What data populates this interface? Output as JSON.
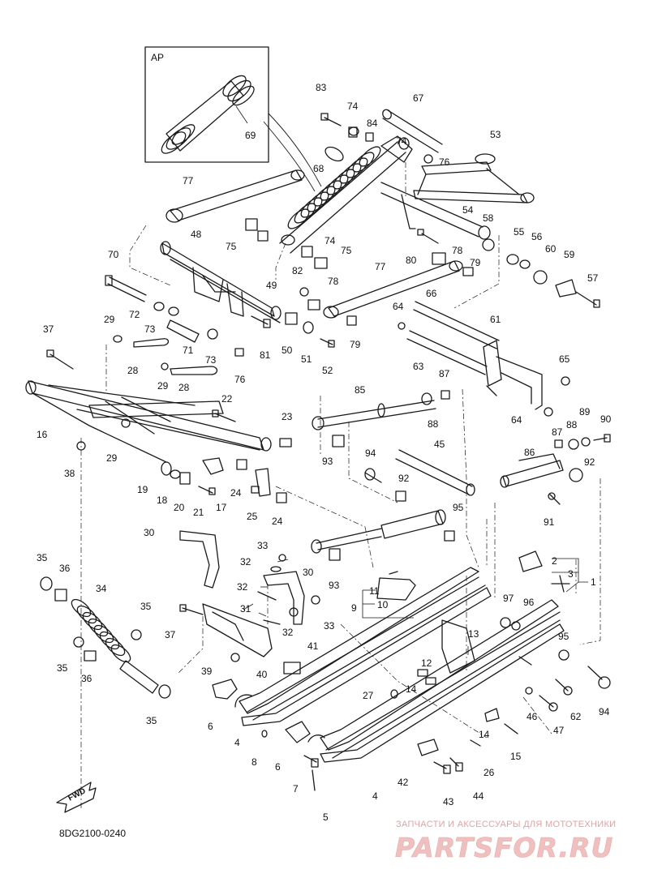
{
  "inset_label": "AP",
  "diagram_code": "8DG2100-0240",
  "fwd_label": "FWD",
  "watermark": {
    "tagline": "ЗАПЧАСТИ И АКСЕССУАРЫ ДЛЯ МОТОТЕХНИКИ",
    "brand": "PARTSFOR.RU"
  },
  "callouts": [
    "1",
    "2",
    "3",
    "4",
    "4",
    "5",
    "6",
    "6",
    "7",
    "8",
    "9",
    "10",
    "11",
    "12",
    "13",
    "14",
    "14",
    "15",
    "16",
    "17",
    "18",
    "19",
    "20",
    "21",
    "22",
    "23",
    "24",
    "24",
    "25",
    "26",
    "27",
    "28",
    "28",
    "29",
    "29",
    "29",
    "30",
    "30",
    "31",
    "32",
    "32",
    "32",
    "33",
    "33",
    "34",
    "35",
    "35",
    "35",
    "35",
    "36",
    "36",
    "37",
    "37",
    "38",
    "39",
    "40",
    "41",
    "42",
    "43",
    "44",
    "45",
    "46",
    "47",
    "48",
    "49",
    "50",
    "51",
    "52",
    "53",
    "54",
    "55",
    "56",
    "57",
    "58",
    "59",
    "60",
    "61",
    "62",
    "63",
    "64",
    "64",
    "65",
    "66",
    "67",
    "68",
    "69",
    "70",
    "71",
    "72",
    "73",
    "73",
    "74",
    "74",
    "74",
    "75",
    "75",
    "76",
    "76",
    "77",
    "77",
    "78",
    "78",
    "79",
    "79",
    "80",
    "81",
    "82",
    "85",
    "84",
    "83",
    "86",
    "87",
    "87",
    "88",
    "88",
    "89",
    "90",
    "91",
    "92",
    "92",
    "93",
    "93",
    "94",
    "94",
    "95",
    "95",
    "96",
    "97"
  ]
}
